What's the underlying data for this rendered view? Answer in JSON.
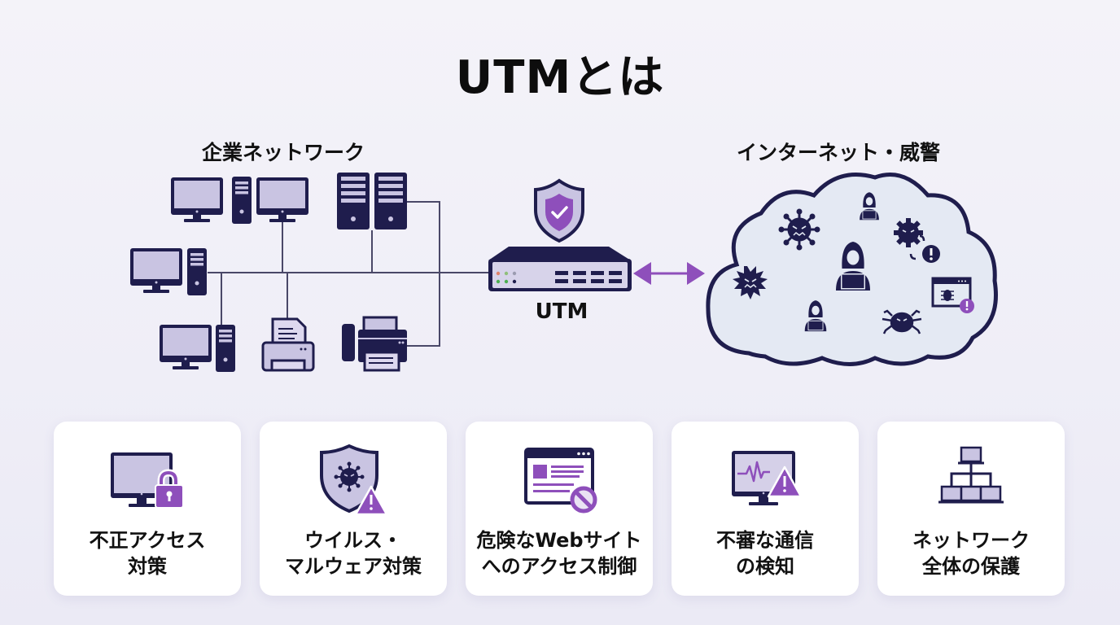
{
  "title": "UTMとは",
  "sections": {
    "corporate_network": "企業ネットワーク",
    "internet_threats": "インターネット・威警"
  },
  "utm": {
    "label": "UTM"
  },
  "cards": [
    {
      "line1": "不正アクセス",
      "line2": "対策",
      "icon": "monitor-lock-icon"
    },
    {
      "line1": "ウイルス・",
      "line2": "マルウェア対策",
      "icon": "shield-virus-warning-icon"
    },
    {
      "line1": "危険なWebサイト",
      "line2": "へのアクセス制御",
      "icon": "browser-block-icon"
    },
    {
      "line1": "不審な通信",
      "line2": "の検知",
      "icon": "monitor-pulse-warning-icon"
    },
    {
      "line1": "ネットワーク",
      "line2": "全体の保護",
      "icon": "network-tree-icon"
    }
  ],
  "colors": {
    "navy": "#1f1d4d",
    "screen": "#c9c4e2",
    "accent": "#8e4fbb",
    "cloud_fill": "#e4e9f3",
    "background": "#f1f0f8"
  }
}
